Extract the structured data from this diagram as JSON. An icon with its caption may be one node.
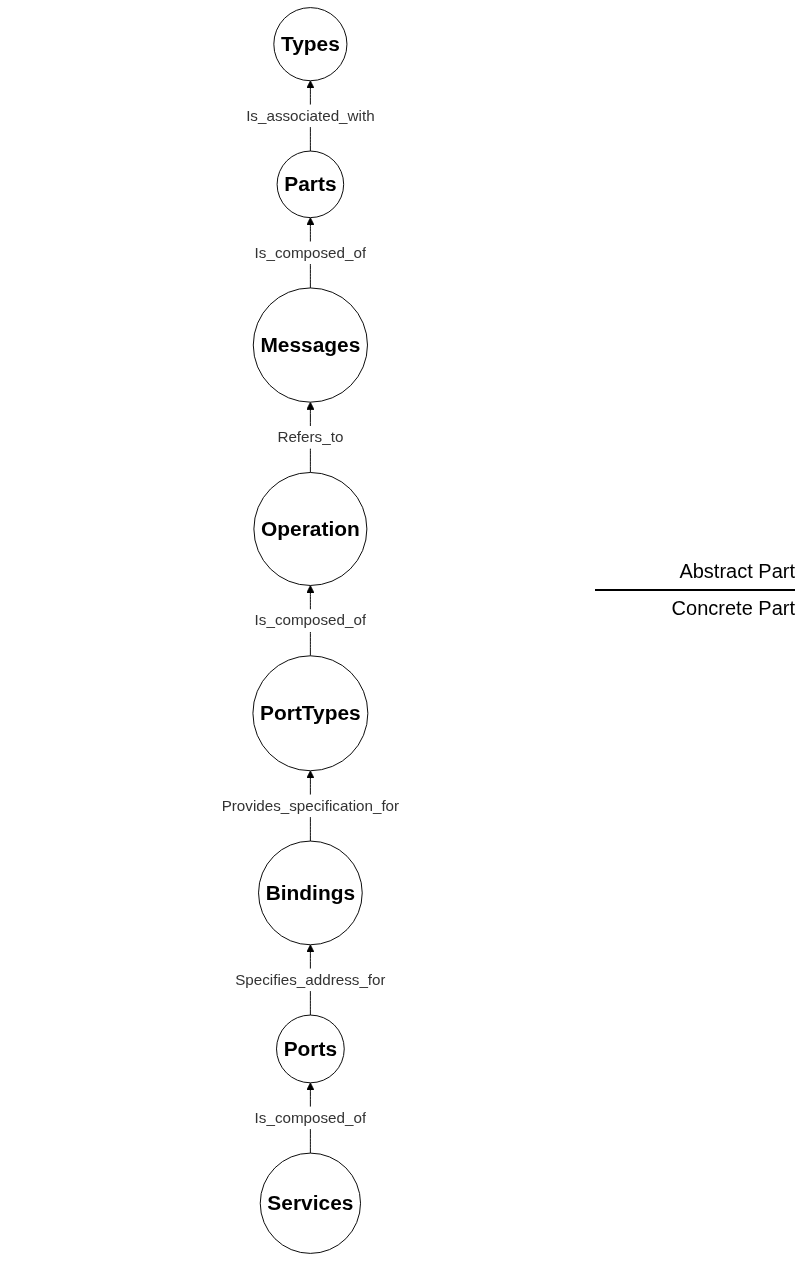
{
  "diagram": {
    "nodes": [
      {
        "text": [
          "Types"
        ]
      },
      {
        "text": [
          "Messages"
        ]
      },
      {
        "text": [
          "Parts"
        ]
      },
      {
        "text": [
          "PortTypes"
        ]
      },
      {
        "text": [
          "Operation"
        ]
      },
      {
        "text": [
          "Bindings"
        ]
      },
      {
        "text": [
          "Services"
        ]
      },
      {
        "text": [
          "Ports"
        ]
      }
    ],
    "edges": [
      {
        "from": 2,
        "to": 0,
        "arrow": "to",
        "label": "Is_associated_with"
      },
      {
        "from": 1,
        "to": 2,
        "arrow": "to",
        "label": "Is_composed_of"
      },
      {
        "from": 4,
        "to": 1,
        "arrow": "to",
        "label": "Refers_to"
      },
      {
        "from": 3,
        "to": 4,
        "arrow": "to",
        "label": "Is_composed_of"
      },
      {
        "from": 5,
        "to": 3,
        "arrow": "to",
        "label": "Provides_specification_for"
      },
      {
        "from": 7,
        "to": 5,
        "arrow": "to",
        "label": "Specifies_address_for"
      },
      {
        "from": 6,
        "to": 7,
        "arrow": "to",
        "label": "Is_composed_of"
      }
    ],
    "labels": [
      "Abstract Part",
      "Concrete Part"
    ]
  }
}
